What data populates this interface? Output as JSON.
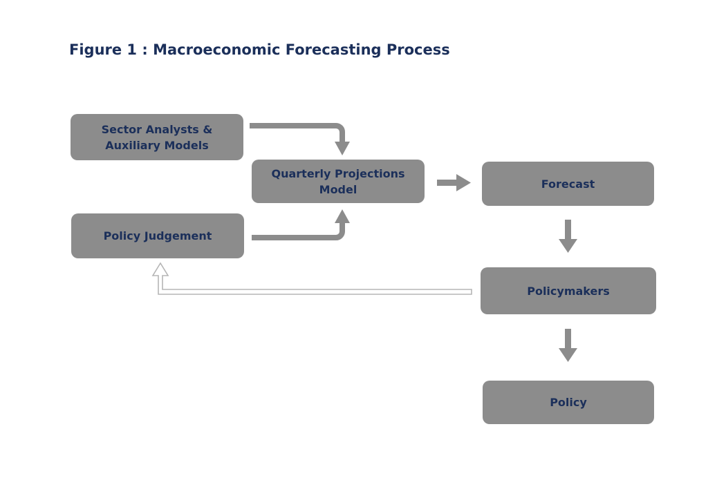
{
  "title": "Figure 1 : Macroeconomic Forecasting Process",
  "nodes": {
    "sector": "Sector Analysts &\nAuxiliary Models",
    "policy_judgement": "Policy Judgement",
    "qpm": "Quarterly Projections\nModel",
    "forecast": "Forecast",
    "policymakers": "Policymakers",
    "policy": "Policy"
  },
  "colors": {
    "box": "#8c8c8c",
    "text": "#1b2f5a",
    "arrow": "#8c8c8c",
    "feedback_arrow": "#b5b5b5"
  }
}
